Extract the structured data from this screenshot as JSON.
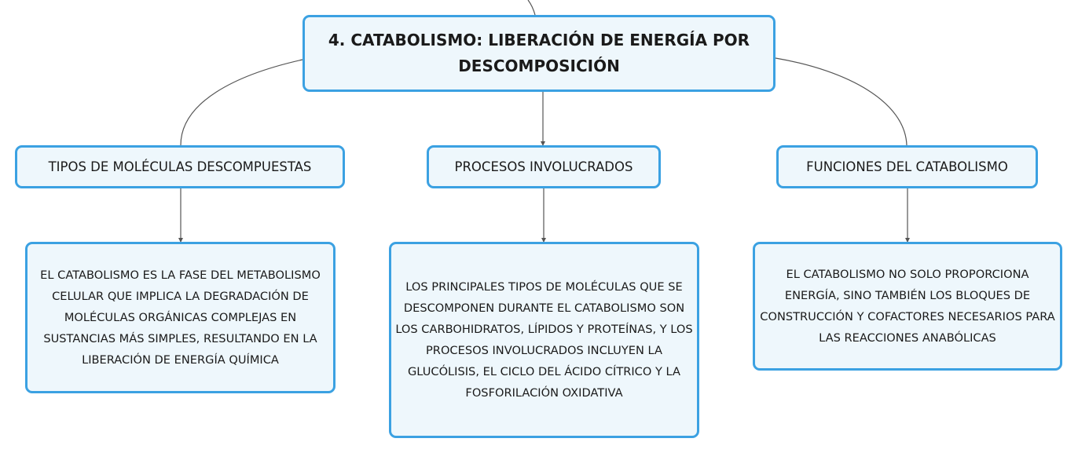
{
  "root": {
    "title": "4. CATABOLISMO: LIBERACIÓN DE ENERGÍA POR DESCOMPOSICIÓN"
  },
  "branches": [
    {
      "label": "TIPOS DE MOLÉCULAS DESCOMPUESTAS",
      "detail": "EL CATABOLISMO ES LA FASE DEL METABOLISMO CELULAR QUE IMPLICA LA DEGRADACIÓN DE MOLÉCULAS ORGÁNICAS COMPLEJAS EN SUSTANCIAS MÁS SIMPLES, RESULTANDO EN LA LIBERACIÓN DE ENERGÍA QUÍMICA"
    },
    {
      "label": "PROCESOS INVOLUCRADOS",
      "detail": "LOS PRINCIPALES TIPOS DE MOLÉCULAS QUE SE DESCOMPONEN DURANTE EL CATABOLISMO SON LOS CARBOHIDRATOS, LÍPIDOS Y PROTEÍNAS, Y LOS PROCESOS INVOLUCRADOS INCLUYEN LA GLUCÓLISIS, EL CICLO DEL ÁCIDO CÍTRICO Y LA FOSFORILACIÓN OXIDATIVA"
    },
    {
      "label": "FUNCIONES DEL CATABOLISMO",
      "detail": "EL CATABOLISMO NO SOLO PROPORCIONA ENERGÍA, SINO TAMBIÉN LOS BLOQUES DE CONSTRUCCIÓN Y COFACTORES NECESARIOS PARA LAS REACCIONES ANABÓLICAS"
    }
  ],
  "colors": {
    "node_border": "#3ba1e2",
    "node_fill": "#eef7fc",
    "connector": "#555555"
  }
}
